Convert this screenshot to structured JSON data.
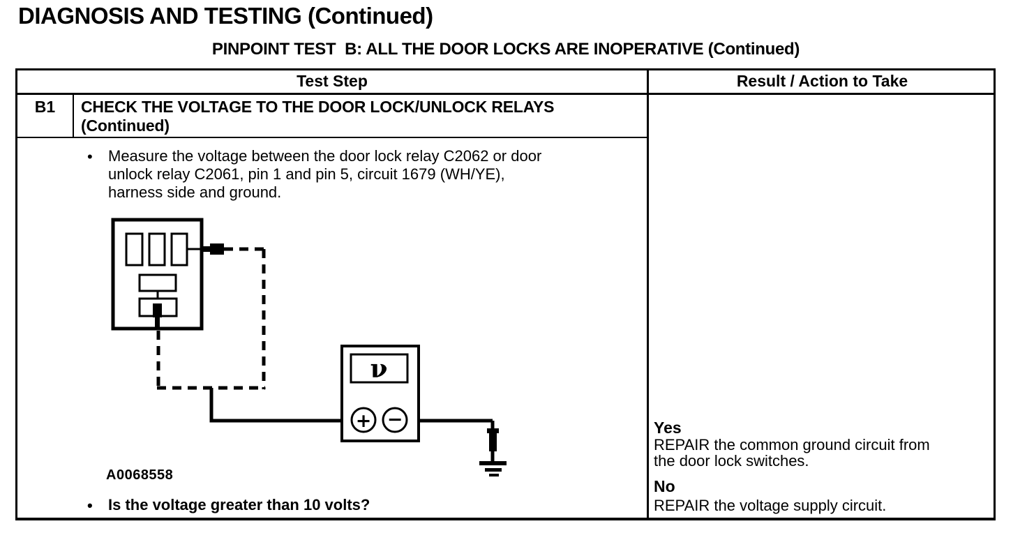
{
  "page": {
    "title": "DIAGNOSIS AND TESTING (Continued)",
    "subtitle": "PINPOINT TEST  B: ALL THE DOOR LOCKS ARE INOPERATIVE (Continued)"
  },
  "table": {
    "header": {
      "test_step": "Test Step",
      "result_action": "Result / Action to Take"
    },
    "step": {
      "id": "B1",
      "title_lines": [
        "CHECK THE VOLTAGE TO THE DOOR LOCK/UNLOCK RELAYS",
        "(Continued)"
      ]
    },
    "test_step_cell": {
      "bullet_char": "•",
      "measure_lines": [
        "Measure the voltage between the door lock relay C2062 or door",
        "unlock relay C2061, pin 1 and pin 5, circuit 1679 (WH/YE),",
        "harness side and ground."
      ],
      "figure_id": "A0068558",
      "question": "Is the voltage greater than 10 volts?"
    },
    "result_cell": {
      "yes_label": "Yes",
      "yes_action_lines": [
        "REPAIR the common ground circuit from",
        "the door lock switches."
      ],
      "no_label": "No",
      "no_action": "REPAIR the voltage supply circuit."
    }
  },
  "diagram": {
    "meter_symbol": "ν",
    "plus_terminal": "+",
    "minus_terminal": "−"
  }
}
